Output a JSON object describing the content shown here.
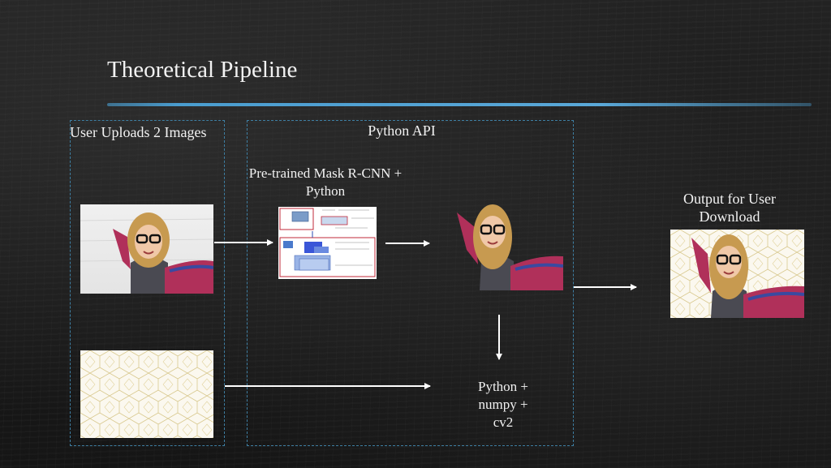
{
  "slide": {
    "title": "Theoretical Pipeline",
    "accent_color": "#4a9dcf",
    "background_color": "#1c1c1c"
  },
  "diagram": {
    "user_section_label": "User Uploads 2 Images",
    "api_section_label": "Python API",
    "model_label": "Pre-trained Mask R-CNN + Python",
    "processing_label": "Python + numpy + cv2",
    "output_label": "Output for User Download"
  },
  "images": {
    "input_photo_icon": "portrait-photo",
    "input_background_icon": "gold-geometric-pattern",
    "model_diagram_icon": "mask-rcnn-architecture",
    "segmented_icon": "segmented-portrait",
    "output_icon": "composited-portrait"
  }
}
